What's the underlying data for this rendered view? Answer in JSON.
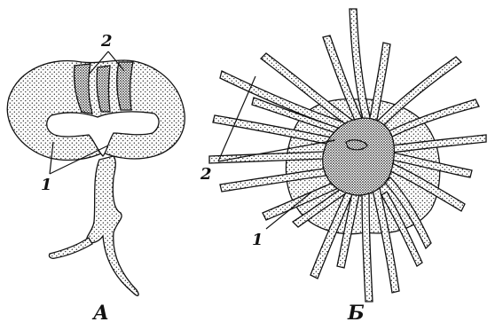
{
  "panels": [
    {
      "id": "A",
      "caption": "А",
      "labels": [
        "1",
        "2"
      ]
    },
    {
      "id": "B",
      "caption": "Б",
      "labels": [
        "1",
        "2"
      ]
    }
  ],
  "colors": {
    "ink": "#111111",
    "paper": "#ffffff"
  }
}
